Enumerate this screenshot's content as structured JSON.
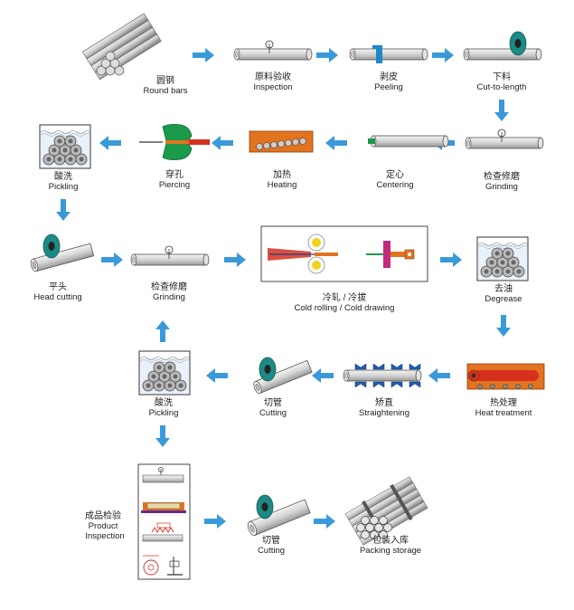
{
  "steps": [
    {
      "id": "round_bars",
      "cn": "圆钢",
      "en": "Round bars"
    },
    {
      "id": "inspection",
      "cn": "原料验收",
      "en": "Inspection"
    },
    {
      "id": "peeling",
      "cn": "剥皮",
      "en": "Peeling"
    },
    {
      "id": "cut_to_length",
      "cn": "下料",
      "en": "Cut-to-length"
    },
    {
      "id": "grinding_1",
      "cn": "检查修磨",
      "en": "Grinding"
    },
    {
      "id": "centering",
      "cn": "定心",
      "en": "Centering"
    },
    {
      "id": "heating",
      "cn": "加热",
      "en": "Heating"
    },
    {
      "id": "piercing",
      "cn": "穿孔",
      "en": "Piercing"
    },
    {
      "id": "pickling_1",
      "cn": "酸洗",
      "en": "Pickling"
    },
    {
      "id": "head_cutting",
      "cn": "平头",
      "en": "Head cutting"
    },
    {
      "id": "grinding_2",
      "cn": "检查修磨",
      "en": "Grinding"
    },
    {
      "id": "cold_rolling",
      "cn": "冷轧 / 冷拔",
      "en": "Cold rolling / Cold drawing"
    },
    {
      "id": "degrease",
      "cn": "去油",
      "en": "Degrease"
    },
    {
      "id": "heat_treatment",
      "cn": "热处理",
      "en": "Heat treatment"
    },
    {
      "id": "straightening",
      "cn": "矫直",
      "en": "Straightening"
    },
    {
      "id": "cutting_1",
      "cn": "切管",
      "en": "Cutting"
    },
    {
      "id": "pickling_2",
      "cn": "酸洗",
      "en": "Pickling"
    },
    {
      "id": "product_inspection",
      "cn": "成品检验",
      "en_lines": [
        "Product",
        "Inspection"
      ]
    },
    {
      "id": "cutting_2",
      "cn": "切管",
      "en": "Cutting"
    },
    {
      "id": "packing",
      "cn": "包装入库",
      "en": "Packing storage"
    }
  ],
  "colors": {
    "arrow": "#3a9ad9",
    "pipe": "#d8d8d8",
    "heat": "#e2731f",
    "heat_treatment": "#d6301f",
    "piercing_green": "#1a9a4a",
    "cutting_disc": "#1d8a84",
    "bath": "#9ec3e6"
  }
}
